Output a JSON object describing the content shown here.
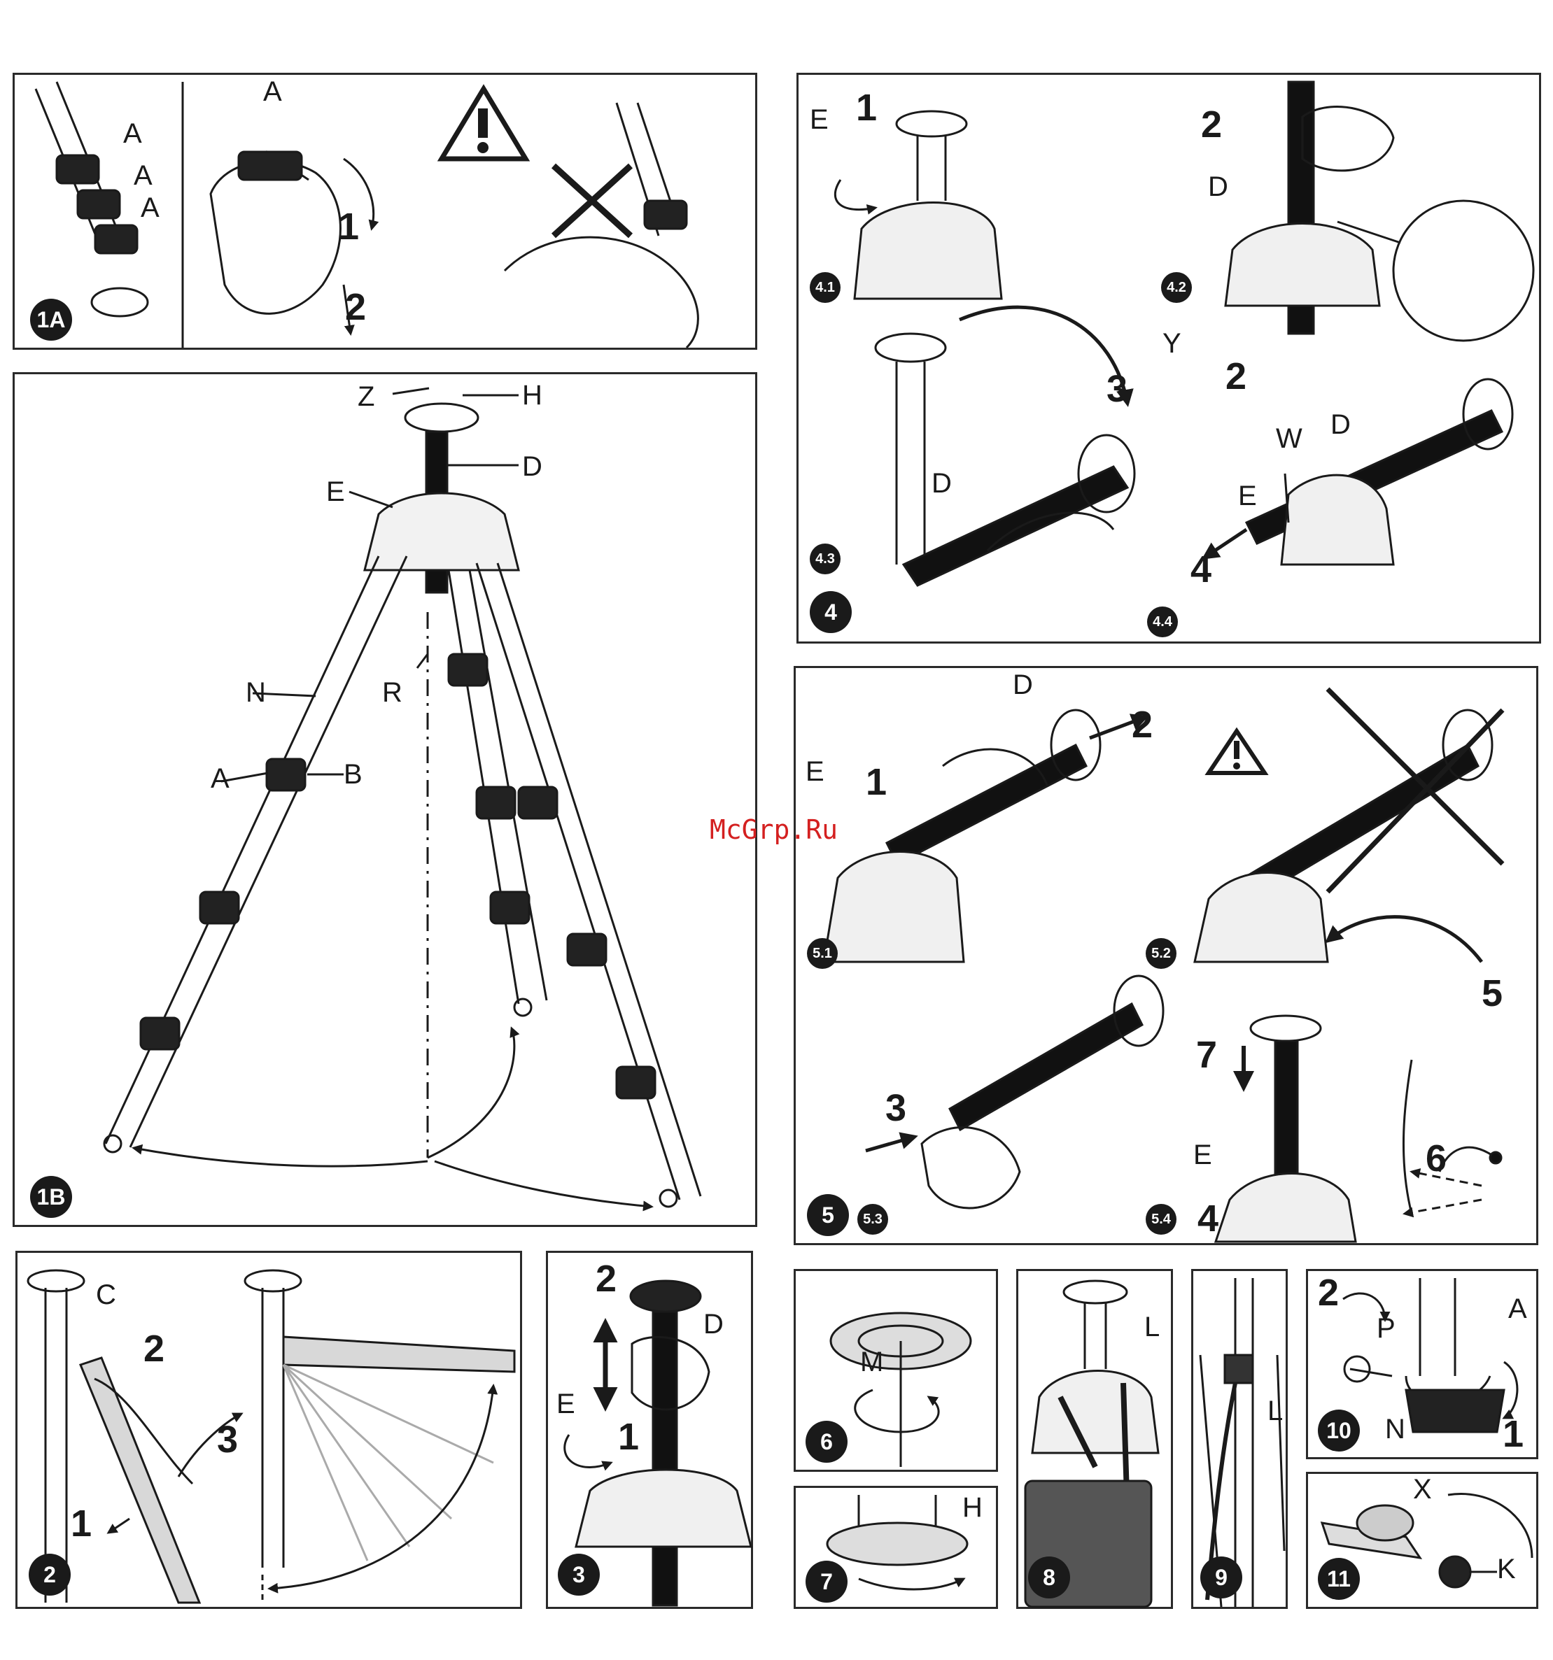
{
  "watermark": "McGrp.Ru",
  "panels": {
    "p1a": {
      "badge": "1A",
      "labels": [
        "A",
        "A",
        "A",
        "A"
      ],
      "steps": [
        "1",
        "2"
      ]
    },
    "p1b": {
      "badge": "1B",
      "labels": {
        "z": "Z",
        "h": "H",
        "d": "D",
        "e": "E",
        "n": "N",
        "r": "R",
        "a": "A",
        "b": "B"
      }
    },
    "p2": {
      "badge": "2",
      "labels": {
        "c": "C"
      },
      "steps": [
        "2",
        "3",
        "1"
      ]
    },
    "p3": {
      "badge": "3",
      "labels": {
        "d": "D",
        "e": "E"
      },
      "steps": [
        "2",
        "1"
      ]
    },
    "p4": {
      "badge": "4",
      "sub": [
        "4.1",
        "4.2",
        "4.3",
        "4.4"
      ],
      "labels": {
        "e1": "E",
        "d2": "D",
        "y": "Y",
        "d3": "D",
        "w": "W",
        "d4": "D",
        "e4": "E"
      },
      "steps": {
        "s41": "1",
        "s42a": "2",
        "s42b": "2",
        "s43": "3",
        "s44": "4"
      }
    },
    "p5": {
      "badge": "5",
      "sub": [
        "5.1",
        "5.2",
        "5.3",
        "5.4"
      ],
      "labels": {
        "d": "D",
        "e": "E",
        "e4": "E"
      },
      "steps": {
        "s1": "1",
        "s2": "2",
        "s3": "3",
        "s5": "5",
        "s7": "7",
        "s6": "6",
        "s4": "4"
      }
    },
    "p6": {
      "badge": "6",
      "labels": {
        "m": "M"
      }
    },
    "p7": {
      "badge": "7",
      "labels": {
        "h": "H"
      }
    },
    "p8": {
      "badge": "8",
      "labels": {
        "l": "L"
      }
    },
    "p9": {
      "badge": "9",
      "labels": {
        "l": "L"
      }
    },
    "p10": {
      "badge": "10",
      "labels": {
        "p": "P",
        "a": "A",
        "n": "N"
      },
      "steps": [
        "2",
        "1"
      ]
    },
    "p11": {
      "badge": "11",
      "labels": {
        "x": "X",
        "k": "K"
      }
    }
  }
}
